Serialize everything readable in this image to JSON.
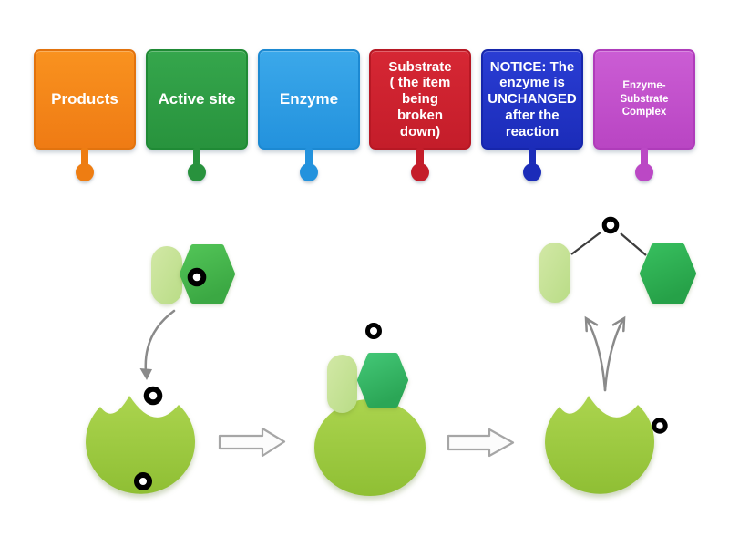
{
  "activity": {
    "label_bank": {
      "labels": [
        {
          "text": "Products",
          "color": "#F5831F"
        },
        {
          "text": "Active site",
          "color": "#2E9C44"
        },
        {
          "text": "Enzyme",
          "color": "#2E9FE5"
        },
        {
          "text": "Substrate\n( the item\nbeing\nbroken\ndown)",
          "color": "#D22230"
        },
        {
          "text": "NOTICE: The\nenzyme is\nUNCHANGED\nafter the\nreaction",
          "color": "#2334CB"
        },
        {
          "text": "Enzyme-Substrate\nComplex",
          "color": "#C351CE"
        }
      ]
    },
    "diagram": {
      "drop_pins": [
        "pin-on-free-substrate",
        "pin-on-active-site-notch",
        "pin-on-enzyme-bottom",
        "pin-above-complex",
        "pin-above-products",
        "pin-right-of-enzyme"
      ],
      "colors": {
        "enzyme_body": "#9CC93F",
        "substrate_pill": "#C3E093",
        "substrate_hexagon_left": "#4ABB4E",
        "substrate_hexagon_middle": "#35BA6B",
        "product_hexagon_right": "#2FB355",
        "block_arrow_outline": "#A6A6A6",
        "flow_arrow": "#8A8A8A",
        "pin_ring": "#000000"
      }
    }
  }
}
